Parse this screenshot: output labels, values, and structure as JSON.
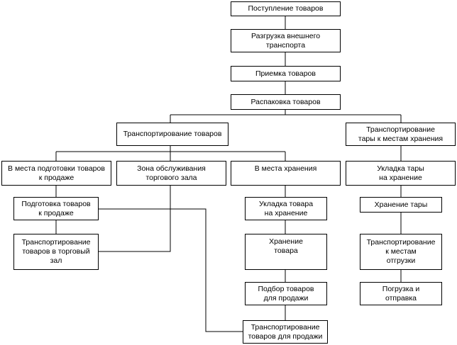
{
  "nodes": {
    "receipt": "Поступление товаров",
    "unloading": "Разгрузка внешнего\nтранспорта",
    "acceptance": "Приемка товаров",
    "unpacking": "Распаковка товаров",
    "transport_goods": "Транспортирование товаров",
    "transport_containers": "Транспортирование\nтары к местам хранения",
    "to_prep_places": "В места подготовки товаров\nк продаже",
    "sales_hall_zone": "Зона обслуживания\nторгового зала",
    "to_storage": "В места хранения",
    "container_stacking": "Укладка тары\nна хранение",
    "prep_goods": "Подготовка товаров\nк продаже",
    "goods_stacking": "Укладка товара\nна хранение",
    "container_storage": "Хранение тары",
    "transport_to_hall": "Транспортирование\nтоваров в торговый\nзал",
    "goods_storage": "Хранение\nтовара",
    "transport_to_shipping": "Транспортирование\nк местам\nотгрузки",
    "selection_for_sale": "Подбор товаров\nдля продажи",
    "loading_dispatch": "Погрузка и\nотправка",
    "transport_for_sale": "Транспортирование\nтоваров для продажи"
  }
}
